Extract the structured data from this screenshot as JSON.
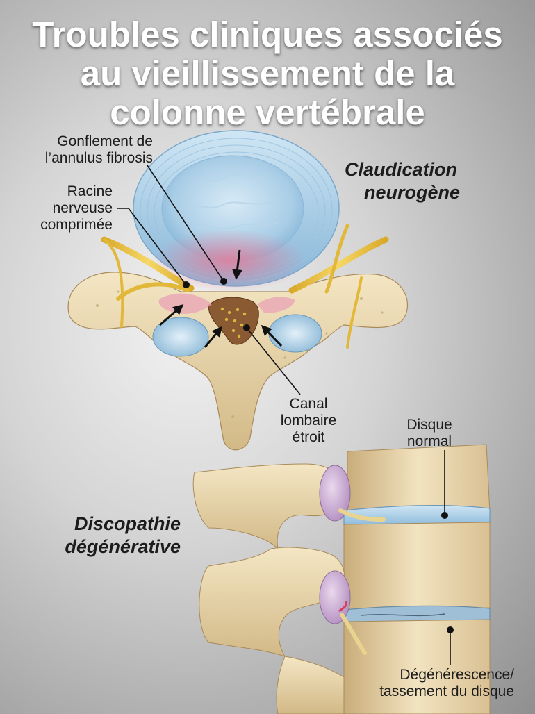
{
  "title": {
    "line1": "Troubles cliniques associés",
    "line2": "au vieillissement de la",
    "line3": "colonne vertébrale"
  },
  "labels": {
    "gonflement": {
      "line1": "Gonflement de",
      "line2": "l’annulus fibrosis"
    },
    "racine": {
      "line1": "Racine",
      "line2": "nerveuse",
      "line3": "comprimée"
    },
    "canal": {
      "line1": "Canal",
      "line2": "lombaire",
      "line3": "étroit"
    },
    "disque_normal": {
      "line1": "Disque",
      "line2": "normal"
    },
    "degenerescence": {
      "line1": "Dégénérescence/",
      "line2": "tassement du disque"
    }
  },
  "conditions": {
    "claudication": {
      "line1": "Claudication",
      "line2": "neurogène"
    },
    "discopathie": {
      "line1": "Discopathie",
      "line2": "dégénérative"
    }
  }
}
